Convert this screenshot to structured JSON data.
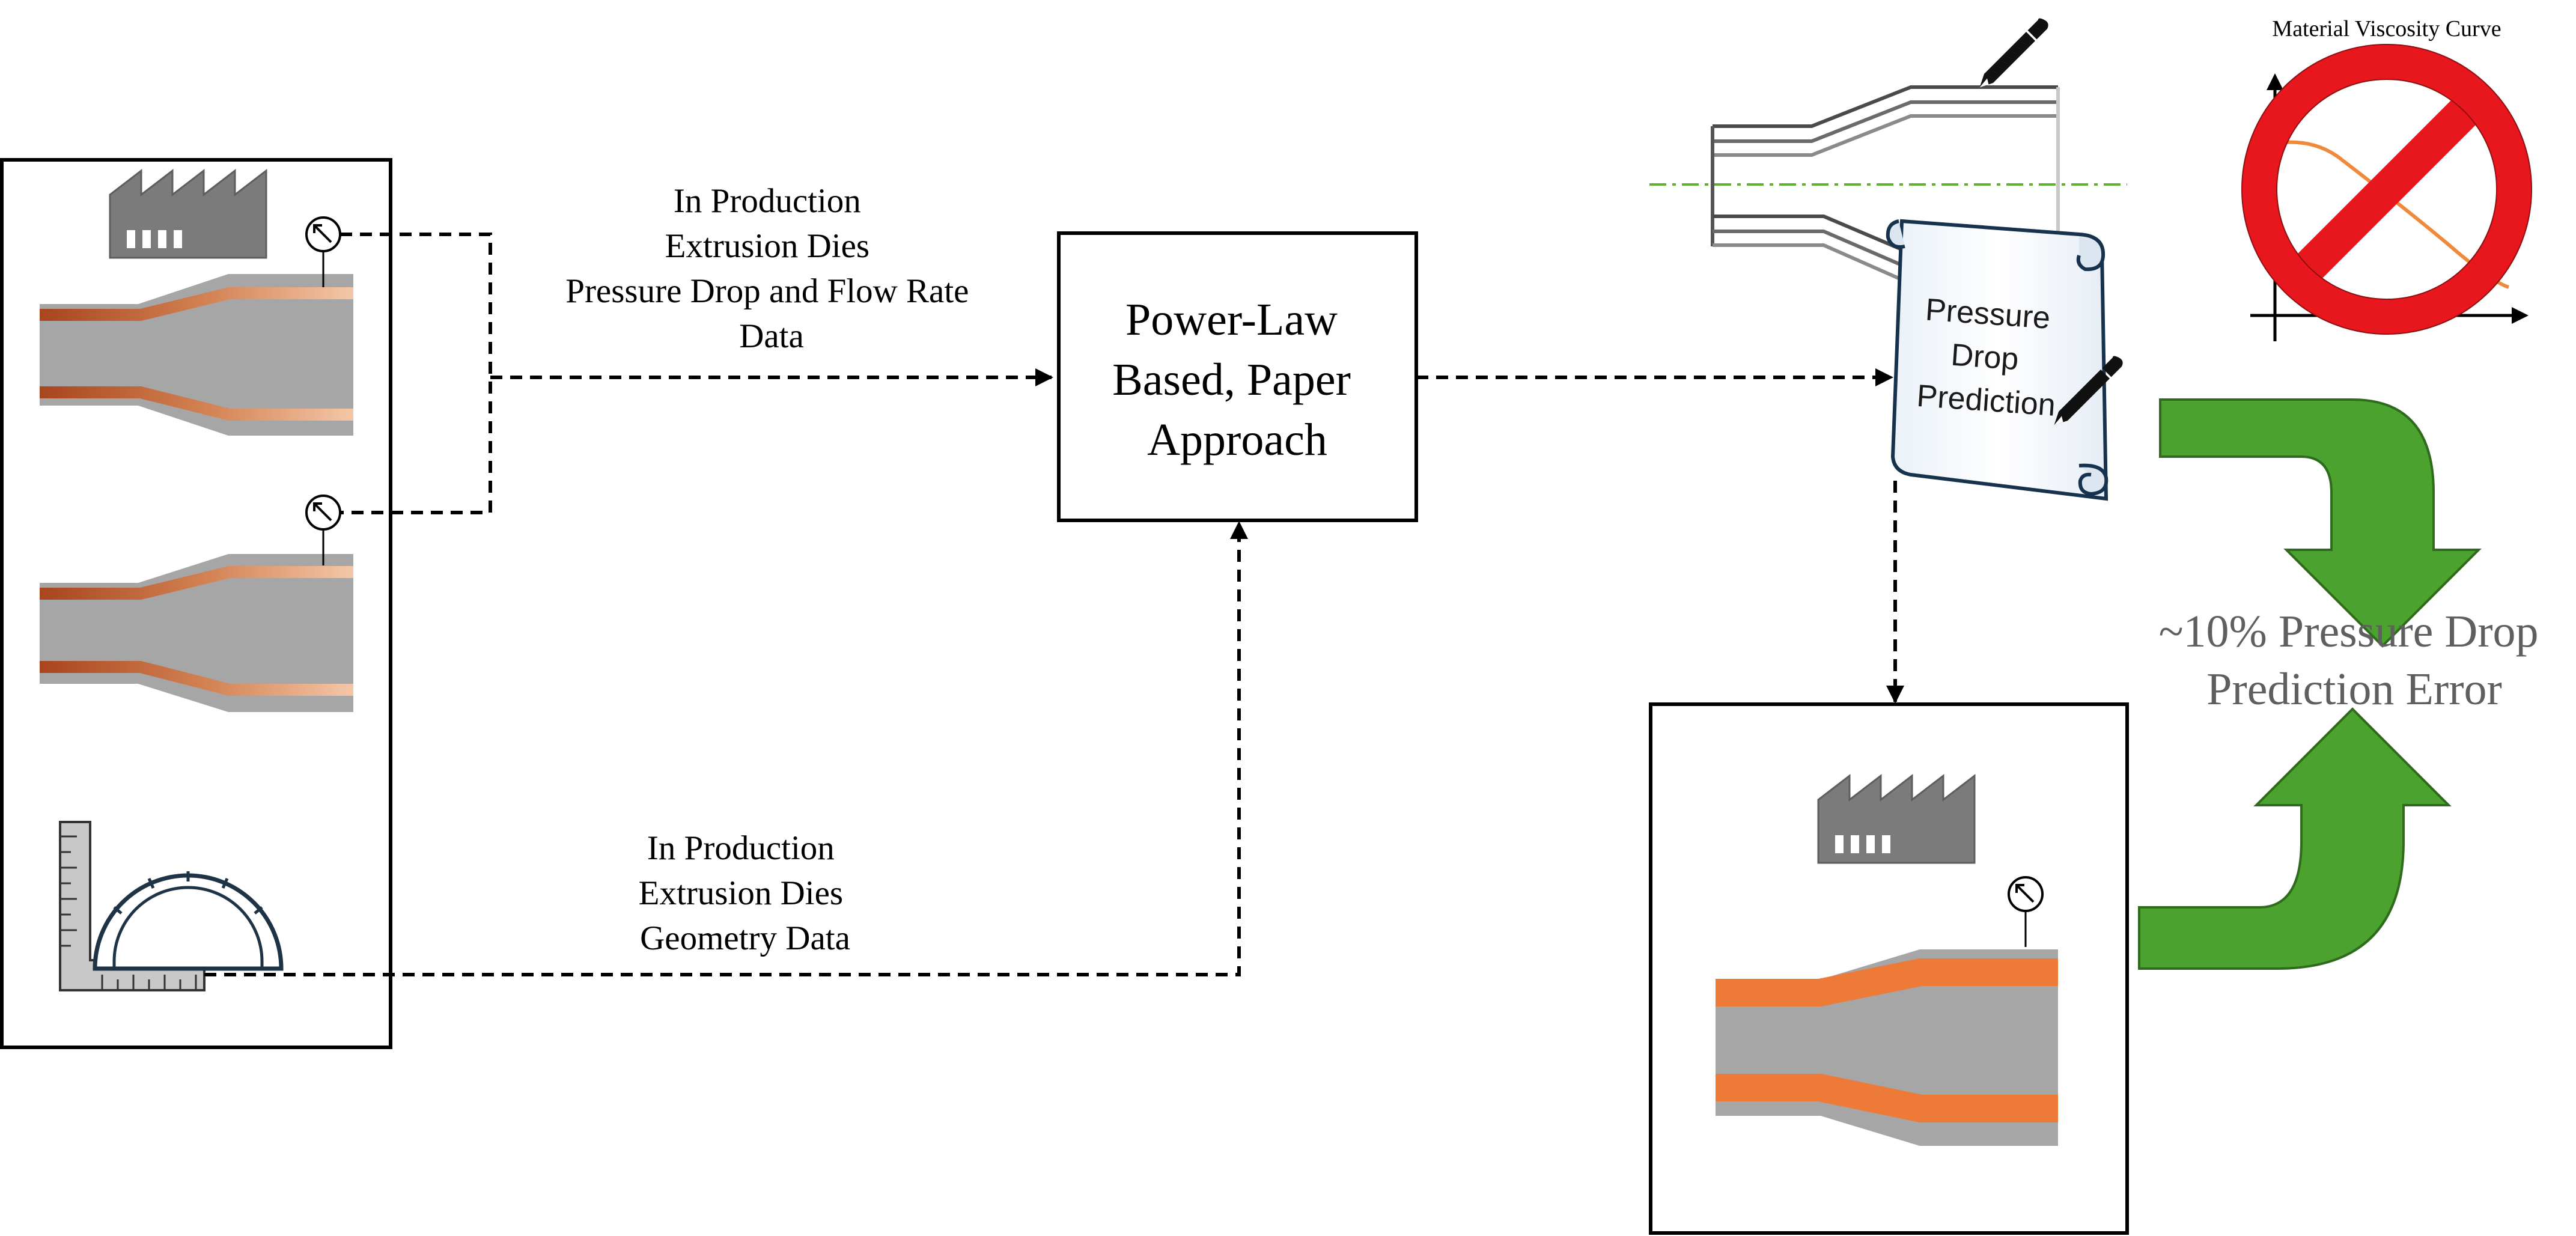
{
  "labels": {
    "production_flow": [
      "In Production",
      "Extrusion Dies",
      "Pressure Drop and Flow Rate",
      "Data"
    ],
    "production_geometry": [
      "In Production",
      "Extrusion Dies",
      "Geometry Data"
    ],
    "method_box": [
      "Power-Law",
      "Based, Paper",
      "Approach"
    ],
    "scroll": [
      "Pressure",
      "Drop",
      "Prediction"
    ],
    "viscosity_curve_title": "Material Viscosity Curve",
    "error_result": [
      "~10% Pressure Drop",
      "Prediction Error"
    ]
  },
  "icons": {
    "factory": "factory-icon",
    "gauge": "pressure-gauge-icon",
    "protractor": "ruler-protractor-icon",
    "pencil": "pencil-icon",
    "no_symbol": "prohibited-icon",
    "arrows": "green-curved-arrow-icon"
  },
  "colors": {
    "arrow_green": "#4ca22f",
    "prohibit_red": "#e8171d",
    "melt_orange": "#ee7a37",
    "melt_copper": "#c0693a",
    "die_gray": "#a6a6a6",
    "factory_gray": "#7b7b7b",
    "centerline_green": "#5db231",
    "curve_orange": "#ef8a3c"
  }
}
